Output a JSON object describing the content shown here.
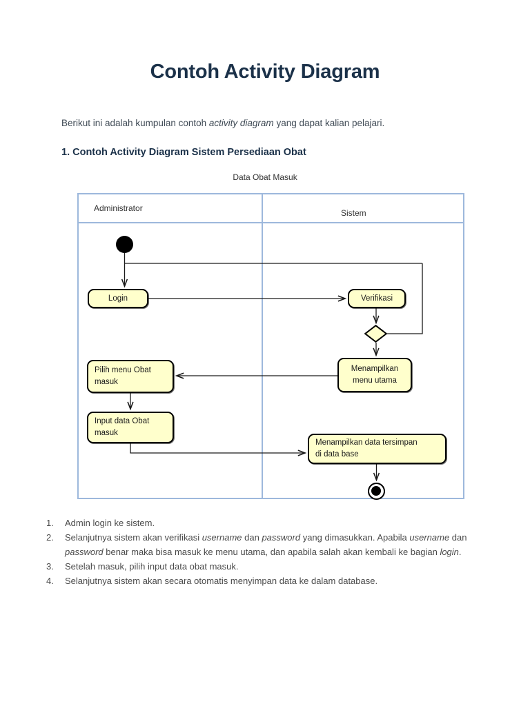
{
  "document": {
    "title": "Contoh Activity Diagram",
    "intro": {
      "before": "Berikut ini adalah kumpulan contoh ",
      "emphasis": "activity diagram",
      "after": " yang dapat kalian pelajari."
    },
    "section_heading": "1. Contoh Activity Diagram Sistem Persediaan Obat"
  },
  "diagram": {
    "caption": "Data Obat Masuk",
    "lanes": [
      {
        "name": "Administrator"
      },
      {
        "name": "Sistem"
      }
    ],
    "nodes": {
      "start": "start-node",
      "login": "Login",
      "verifikasi": "Verifikasi",
      "decision": "decision-diamond",
      "pilih_menu_line1": "Pilih menu Obat",
      "pilih_menu_line2": "masuk",
      "input_data_line1": "Input data Obat",
      "input_data_line2": "masuk",
      "menu_utama_line1": "Menampilkan",
      "menu_utama_line2": "menu utama",
      "tersimpan_line1": "Menampilkan data tersimpan",
      "tersimpan_line2": "di data base",
      "end": "end-node"
    },
    "colors": {
      "node_fill": "#FFFFCC",
      "node_border": "#000000",
      "lane_border": "#9DB8DC",
      "connector": "#1A1A1A"
    }
  },
  "steps": [
    {
      "number": "1.",
      "parts": [
        {
          "text": "Admin login ke sistem.",
          "italic": false
        }
      ]
    },
    {
      "number": "2.",
      "parts": [
        {
          "text": "Selanjutnya sistem akan verifikasi ",
          "italic": false
        },
        {
          "text": "username",
          "italic": true
        },
        {
          "text": " dan ",
          "italic": false
        },
        {
          "text": "password",
          "italic": true
        },
        {
          "text": " yang dimasukkan. Apabila ",
          "italic": false
        },
        {
          "text": "username",
          "italic": true
        },
        {
          "text": " dan ",
          "italic": false
        },
        {
          "text": "password",
          "italic": true
        },
        {
          "text": " benar maka bisa masuk ke menu utama, dan apabila salah akan kembali ke bagian ",
          "italic": false
        },
        {
          "text": "login",
          "italic": true
        },
        {
          "text": ".",
          "italic": false
        }
      ]
    },
    {
      "number": "3.",
      "parts": [
        {
          "text": "Setelah masuk, pilih input data obat masuk.",
          "italic": false
        }
      ]
    },
    {
      "number": "4.",
      "parts": [
        {
          "text": "Selanjutnya sistem akan secara otomatis menyimpan data ke dalam database.",
          "italic": false
        }
      ]
    }
  ]
}
